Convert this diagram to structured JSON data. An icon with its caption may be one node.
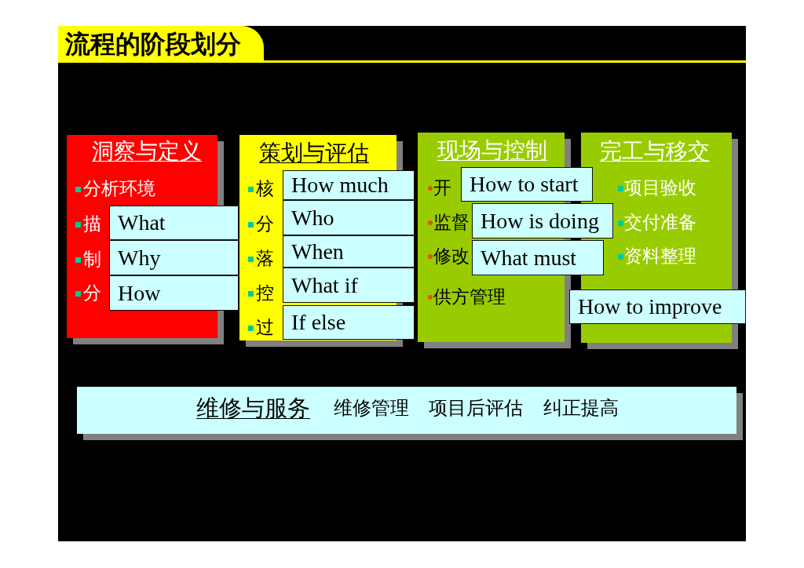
{
  "diagram": {
    "title": "流程的阶段划分",
    "nodes": [
      {
        "text": [
          "洞察与定义",
          "分析环境",
          "描",
          "制",
          "分"
        ]
      },
      {
        "text": [
          "What"
        ]
      },
      {
        "text": [
          "Why"
        ]
      },
      {
        "text": [
          "How"
        ]
      },
      {
        "text": [
          "策划与评估",
          "核",
          "分",
          "落",
          "控",
          "过"
        ]
      },
      {
        "text": [
          "How much"
        ]
      },
      {
        "text": [
          "Who"
        ]
      },
      {
        "text": [
          "When"
        ]
      },
      {
        "text": [
          "What if"
        ]
      },
      {
        "text": [
          "If else"
        ]
      },
      {
        "text": [
          "现场与控制",
          "开",
          "监督",
          "修改",
          "供方管理"
        ]
      },
      {
        "text": [
          "How to start"
        ]
      },
      {
        "text": [
          "How is doing"
        ]
      },
      {
        "text": [
          "What must"
        ]
      },
      {
        "text": [
          "完工与移交",
          "项目验收",
          "交付准备",
          "资料整理"
        ]
      },
      {
        "text": [
          "How to improve"
        ]
      },
      {
        "text": [
          "维修与服务",
          "维修管理",
          "项目后评估",
          "纠正提高"
        ]
      }
    ]
  }
}
